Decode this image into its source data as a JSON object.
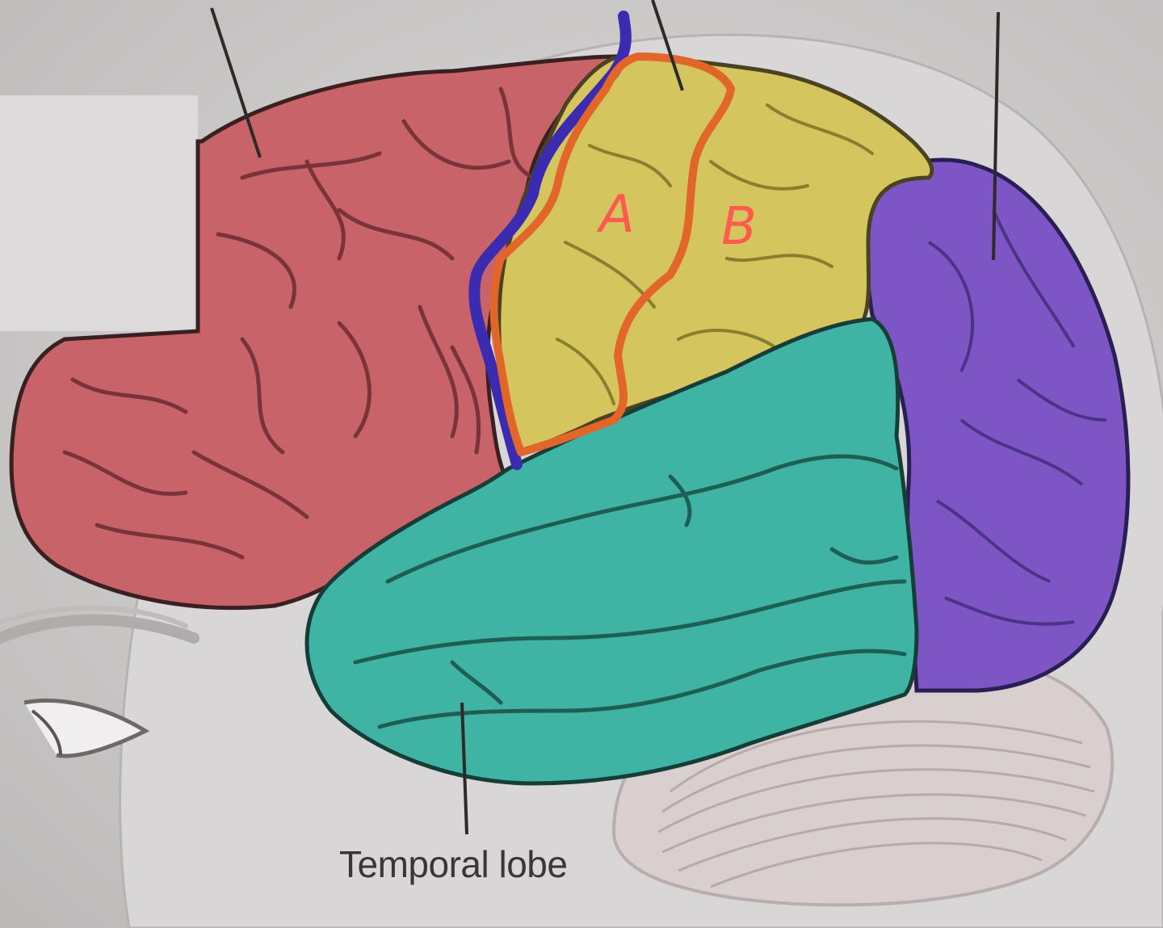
{
  "diagram": {
    "labels": {
      "temporal_lobe": "Temporal lobe",
      "region_a": "A",
      "region_b": "B"
    },
    "colors": {
      "background": "#cfcdcd",
      "frontal_lobe": "#c8636a",
      "parietal_lobe": "#d4c55e",
      "temporal_lobe": "#3fb3a4",
      "occipital_lobe": "#7d55c4",
      "cerebellum": "#d9cfcf",
      "central_sulcus_marker": "#3a2bb0",
      "outline_marker": "#e2662a",
      "hand_labels": "#ff5a4e",
      "label_box": "#dcdada"
    }
  }
}
